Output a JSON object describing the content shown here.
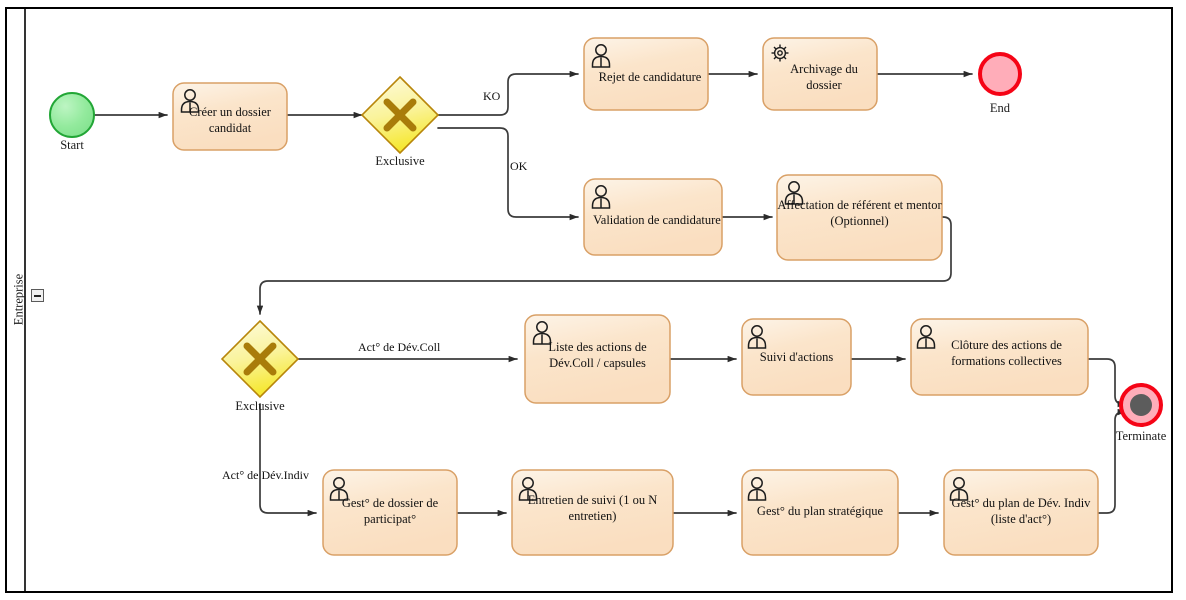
{
  "diagram": {
    "type": "bpmn-process-diagram",
    "pool": {
      "name": "Entreprise",
      "collapse_button_label": "−"
    },
    "colors": {
      "task_fill": "#fbe3c7",
      "task_fill_light": "#fdf3e6",
      "task_border": "#d9a066",
      "gateway_fill": "#fdf8c8",
      "gateway_fill_deep": "#f5e431",
      "gateway_border": "#b8860b",
      "gateway_symbol": "#a97c0a",
      "start_fill": "#8fe89a",
      "start_border": "#22a636",
      "end_fill": "#ffadb9",
      "end_border": "#f50416",
      "terminate_inner": "#5c5c5c",
      "flow_stroke": "#3b3b3b",
      "pool_border": "#000000",
      "canvas_bg": "#ffffff"
    },
    "events": [
      {
        "id": "start",
        "label": "Start",
        "kind": "start-event"
      },
      {
        "id": "end",
        "label": "End",
        "kind": "end-event"
      },
      {
        "id": "terminate",
        "label": "Terminate",
        "kind": "terminate-end-event"
      }
    ],
    "gateways": [
      {
        "id": "gw1",
        "label": "Exclusive",
        "kind": "exclusive-gateway"
      },
      {
        "id": "gw2",
        "label": "Exclusive",
        "kind": "exclusive-gateway"
      }
    ],
    "tasks": [
      {
        "id": "t1",
        "label": "Créer un\ndossier candidat",
        "icon": "user-task-icon"
      },
      {
        "id": "t2",
        "label": "Rejet de\ncandidature",
        "icon": "user-task-icon"
      },
      {
        "id": "t3",
        "label": "Archivage du\ndossier",
        "icon": "gear-service-task-icon"
      },
      {
        "id": "t4",
        "label": "Validation de\ncandidature",
        "icon": "user-task-icon"
      },
      {
        "id": "t5",
        "label": "Affectation de référent et\nmentor (Optionnel)",
        "icon": "user-task-icon"
      },
      {
        "id": "t6",
        "label": "Liste des actions de\nDév.Coll / capsules",
        "icon": "user-task-icon"
      },
      {
        "id": "t7",
        "label": "Suivi d'actions",
        "icon": "user-task-icon"
      },
      {
        "id": "t8",
        "label": "Clôture des actions de\nformations collectives",
        "icon": "user-task-icon"
      },
      {
        "id": "t9",
        "label": "Gest° de dossier de\nparticipat°",
        "icon": "user-task-icon"
      },
      {
        "id": "t10",
        "label": "Entretien de suivi (1 ou\nN entretien)",
        "icon": "user-task-icon"
      },
      {
        "id": "t11",
        "label": "Gest° du plan\nstratégique",
        "icon": "user-task-icon"
      },
      {
        "id": "t12",
        "label": "Gest° du plan de Dév.\nIndiv (liste d'act°)",
        "icon": "user-task-icon"
      }
    ],
    "flow_labels": [
      {
        "id": "f-ko",
        "label": "KO"
      },
      {
        "id": "f-ok",
        "label": "OK"
      },
      {
        "id": "f-coll",
        "label": "Act° de Dév.Coll"
      },
      {
        "id": "f-indiv",
        "label": "Act° de Dév.Indiv"
      }
    ]
  }
}
